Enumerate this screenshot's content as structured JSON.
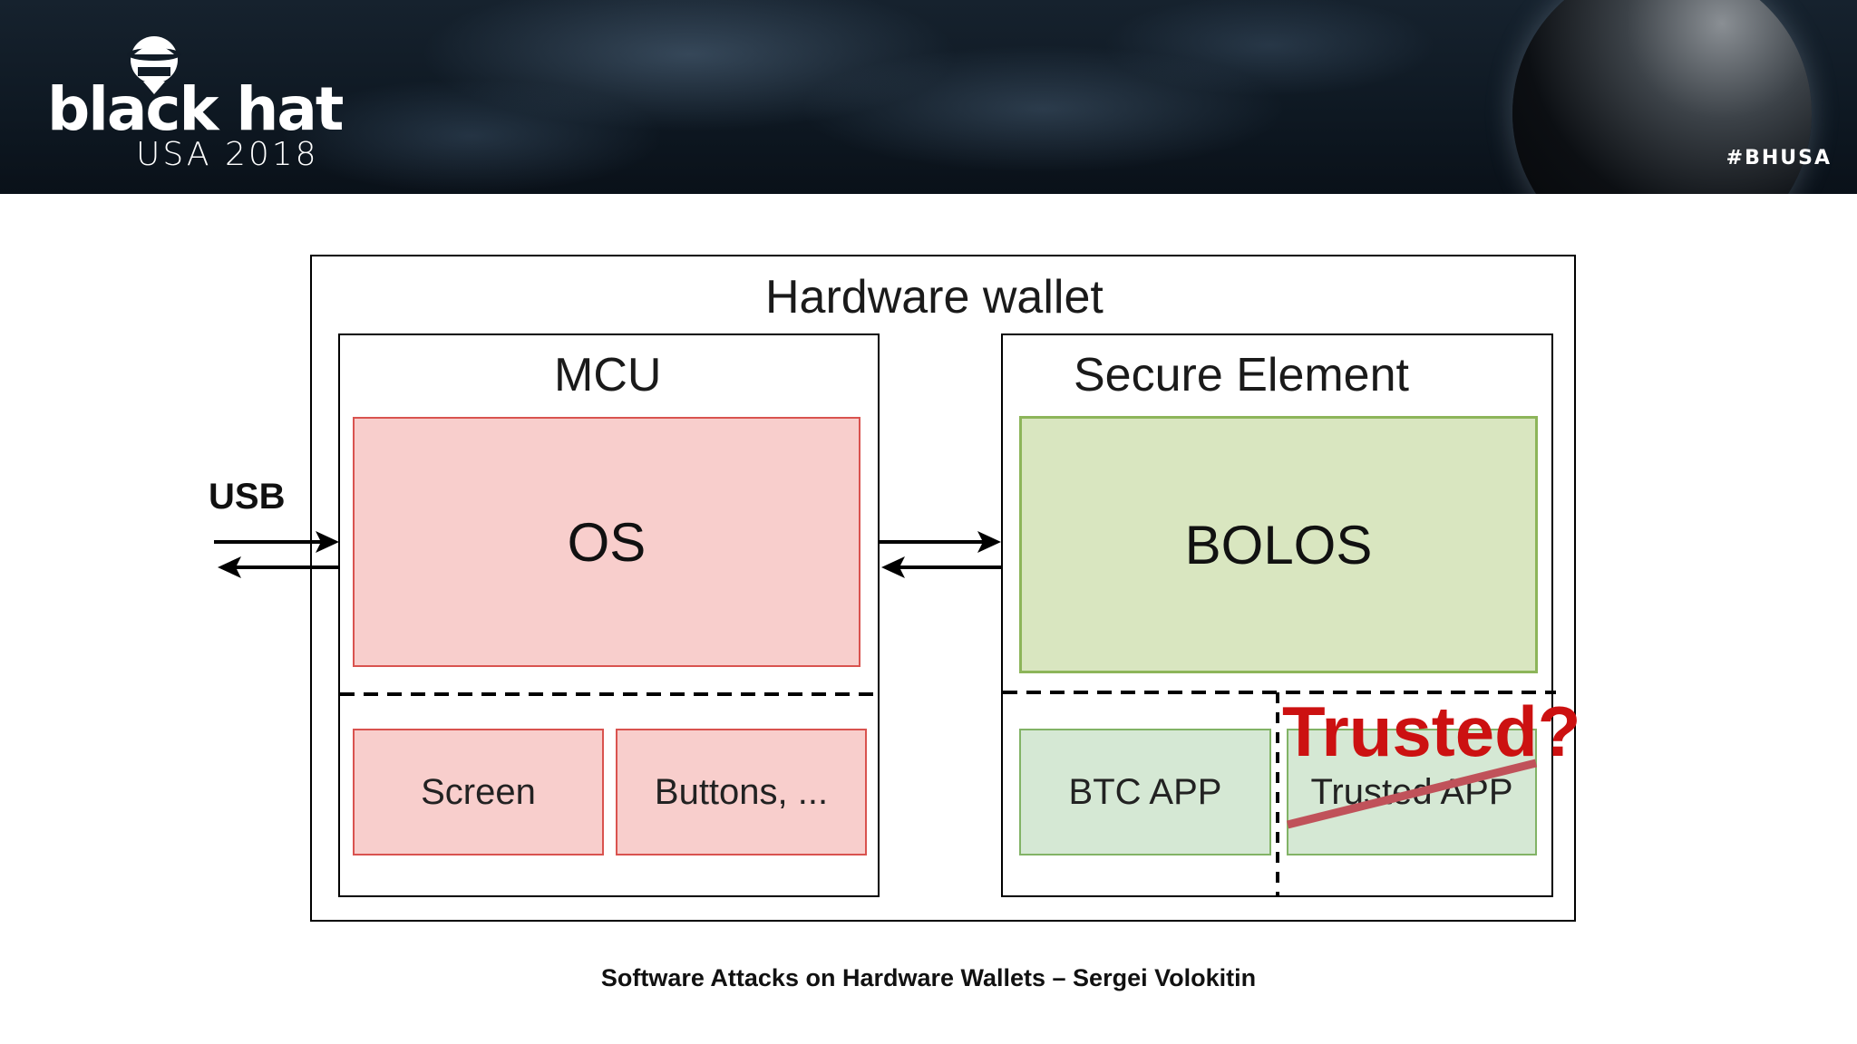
{
  "header": {
    "logo_main": "black hat",
    "logo_sub": "USA 2018",
    "hashtag": "#BHUSA"
  },
  "diagram": {
    "outer_title": "Hardware wallet",
    "mcu": {
      "title": "MCU",
      "os_label": "OS",
      "screen_label": "Screen",
      "buttons_label": "Buttons, ..."
    },
    "secure_element": {
      "title": "Secure Element",
      "bolos_label": "BOLOS",
      "btc_app_label": "BTC APP",
      "trusted_app_label": "Trusted APP"
    },
    "usb_label": "USB",
    "annotation": "Trusted?"
  },
  "footer": {
    "caption": "Software Attacks on Hardware Wallets – Sergei Volokitin"
  },
  "colors": {
    "mcu_fill": "#f8cecc",
    "mcu_border": "#d9534f",
    "se_fill": "#d9e6c0",
    "se_border": "#8db55a",
    "app_fill": "#d5e8d4",
    "annotation": "#cc1111"
  }
}
